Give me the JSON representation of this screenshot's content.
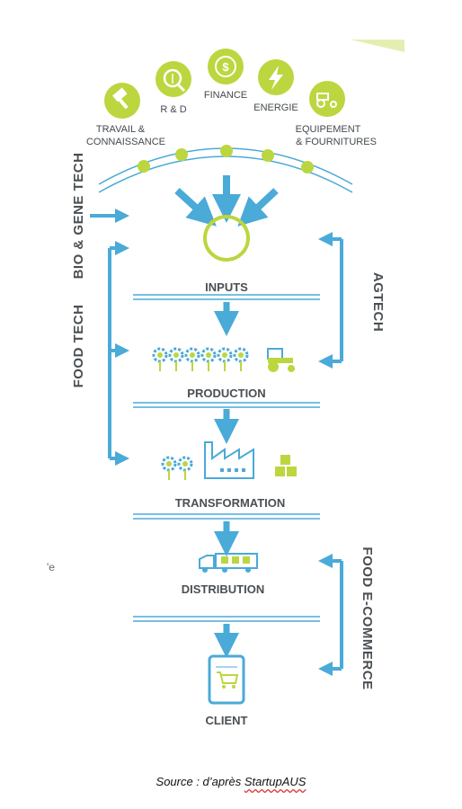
{
  "colors": {
    "blue": "#4aaad8",
    "green": "#bcd63f",
    "text": "#4a4f53"
  },
  "categories": [
    {
      "label": "TRAVAIL &",
      "label2": "CONNAISSANCE",
      "icon": "hammer-icon"
    },
    {
      "label": "R & D",
      "icon": "wheat-magnifier-icon"
    },
    {
      "label": "FINANCE",
      "icon": "dollar-icon"
    },
    {
      "label": "ENERGIE",
      "icon": "lightning-icon"
    },
    {
      "label": "EQUIPEMENT",
      "label2": "& FOURNITURES",
      "icon": "tractor-icon"
    }
  ],
  "stages": {
    "inputs": "INPUTS",
    "production": "PRODUCTION",
    "transformation": "TRANSFORMATION",
    "distribution": "DISTRIBUTION",
    "client": "CLIENT"
  },
  "side_labels": {
    "bio_gene_tech": "BIO & GENE TECH",
    "food_tech": "FOOD TECH",
    "agtech": "AGTECH",
    "food_ecommerce": "FOOD E-COMMERCE"
  },
  "stray_text": "'e",
  "source": {
    "prefix": "Source : d’après ",
    "brand": "StartupAUS"
  }
}
